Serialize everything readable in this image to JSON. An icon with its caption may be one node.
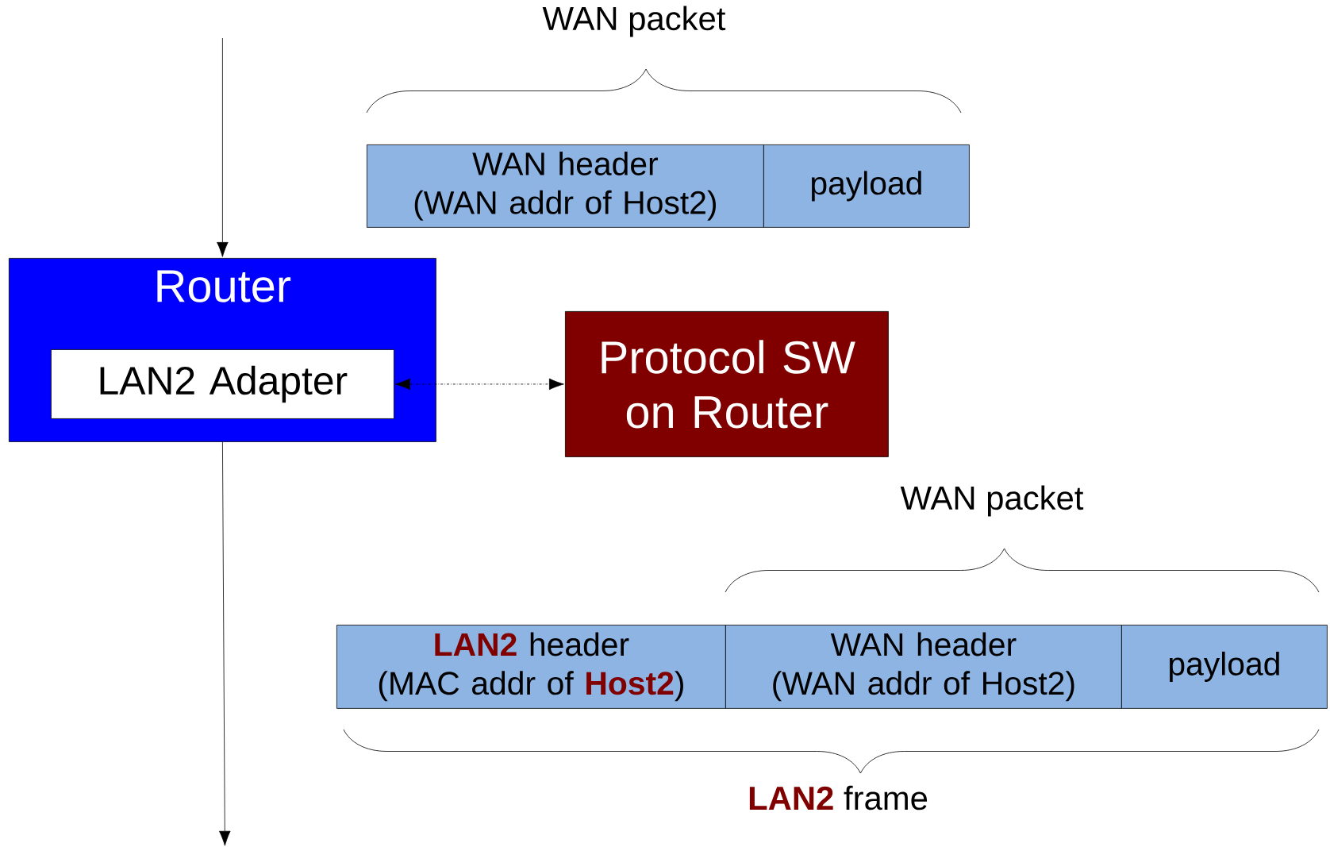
{
  "diagram": {
    "nodes": [
      {
        "text": [
          "Router"
        ]
      },
      {
        "text": [
          "LAN2 Adapter"
        ],
        "in": 0
      },
      {
        "text": [
          "Protocol SW on Router"
        ]
      },
      {
        "text": [
          "WAN header",
          "(WAN addr of Host2)"
        ]
      },
      {
        "text": [
          "payload"
        ]
      },
      {
        "text": [
          "**LAN2** header",
          "(MAC addr of **Host2**)"
        ]
      },
      {
        "text": [
          "WAN header",
          "(WAN addr of Host2)"
        ]
      },
      {
        "text": [
          "payload"
        ]
      }
    ],
    "edges": [
      {
        "from": null,
        "to": 0,
        "arrow": "to"
      },
      {
        "from": 0,
        "to": null,
        "arrow": "to"
      },
      {
        "from": 1,
        "to": 2,
        "arrow": "both",
        "style": "dashed"
      }
    ],
    "labels": [
      "WAN packet",
      "WAN packet",
      "**LAN2** frame"
    ]
  }
}
